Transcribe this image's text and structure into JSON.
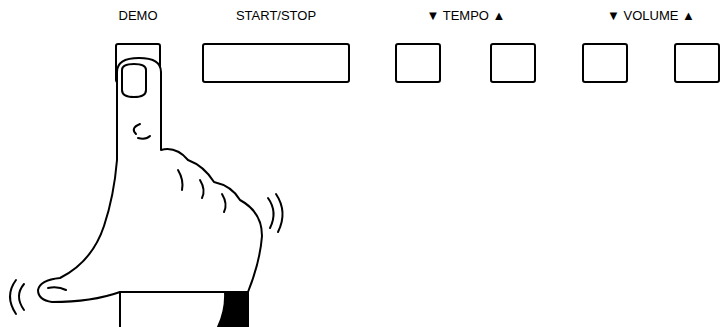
{
  "diagram": {
    "nodes": [
      {
        "text": [
          "DEMO"
        ]
      },
      {
        "text": [
          "START/STOP"
        ]
      }
    ],
    "labels": [
      "▼ TEMPO ▲",
      "▼ VOLUME ▲"
    ]
  }
}
